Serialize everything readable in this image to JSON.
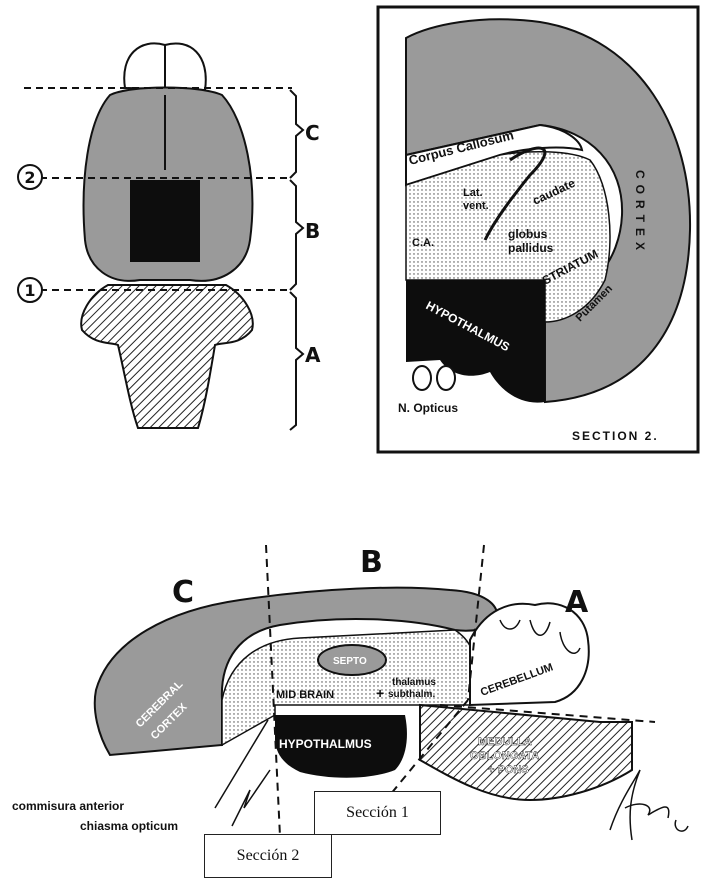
{
  "top_left": {
    "regions": [
      "C",
      "B",
      "A"
    ],
    "markers": [
      "2",
      "1"
    ]
  },
  "section2": {
    "labels": {
      "corpus_callosum": "Corpus Callosum",
      "lat_vent_1": "Lat.",
      "lat_vent_2": "vent.",
      "caudate": "caudate",
      "globus_1": "globus",
      "globus_2": "pallidus",
      "ca": "C.A.",
      "striatum": "STRIATUM",
      "putamen": "Putamen",
      "cortex": "CORTEX",
      "hypothalmus": "HYPOTHALMUS",
      "n_opticus": "N. Opticus",
      "title": "SECTION 2."
    }
  },
  "sagittal": {
    "regions": [
      "C",
      "B",
      "A"
    ],
    "labels": {
      "cerebral": "CEREBRAL",
      "cortex": "CORTEX",
      "septo": "SEPTO",
      "mid_brain": "MID BRAIN",
      "plus": "+",
      "thalamus": "thalamus",
      "subthalm": "subthalm.",
      "cerebellum": "CEREBELLUM",
      "hypothalmus": "HYPOTHALMUS",
      "medulla": "MEDULLA",
      "oblongata": "OBLONGATA",
      "pons": "+ PONS",
      "commisura": "commisura anterior",
      "chiasma": "chiasma opticum"
    },
    "signature": "Finch '65"
  },
  "boxes": {
    "seccion1": "Sección 1",
    "seccion2": "Sección 2"
  },
  "colors": {
    "gray": "#9a9a9a",
    "black": "#0d0d0d"
  }
}
